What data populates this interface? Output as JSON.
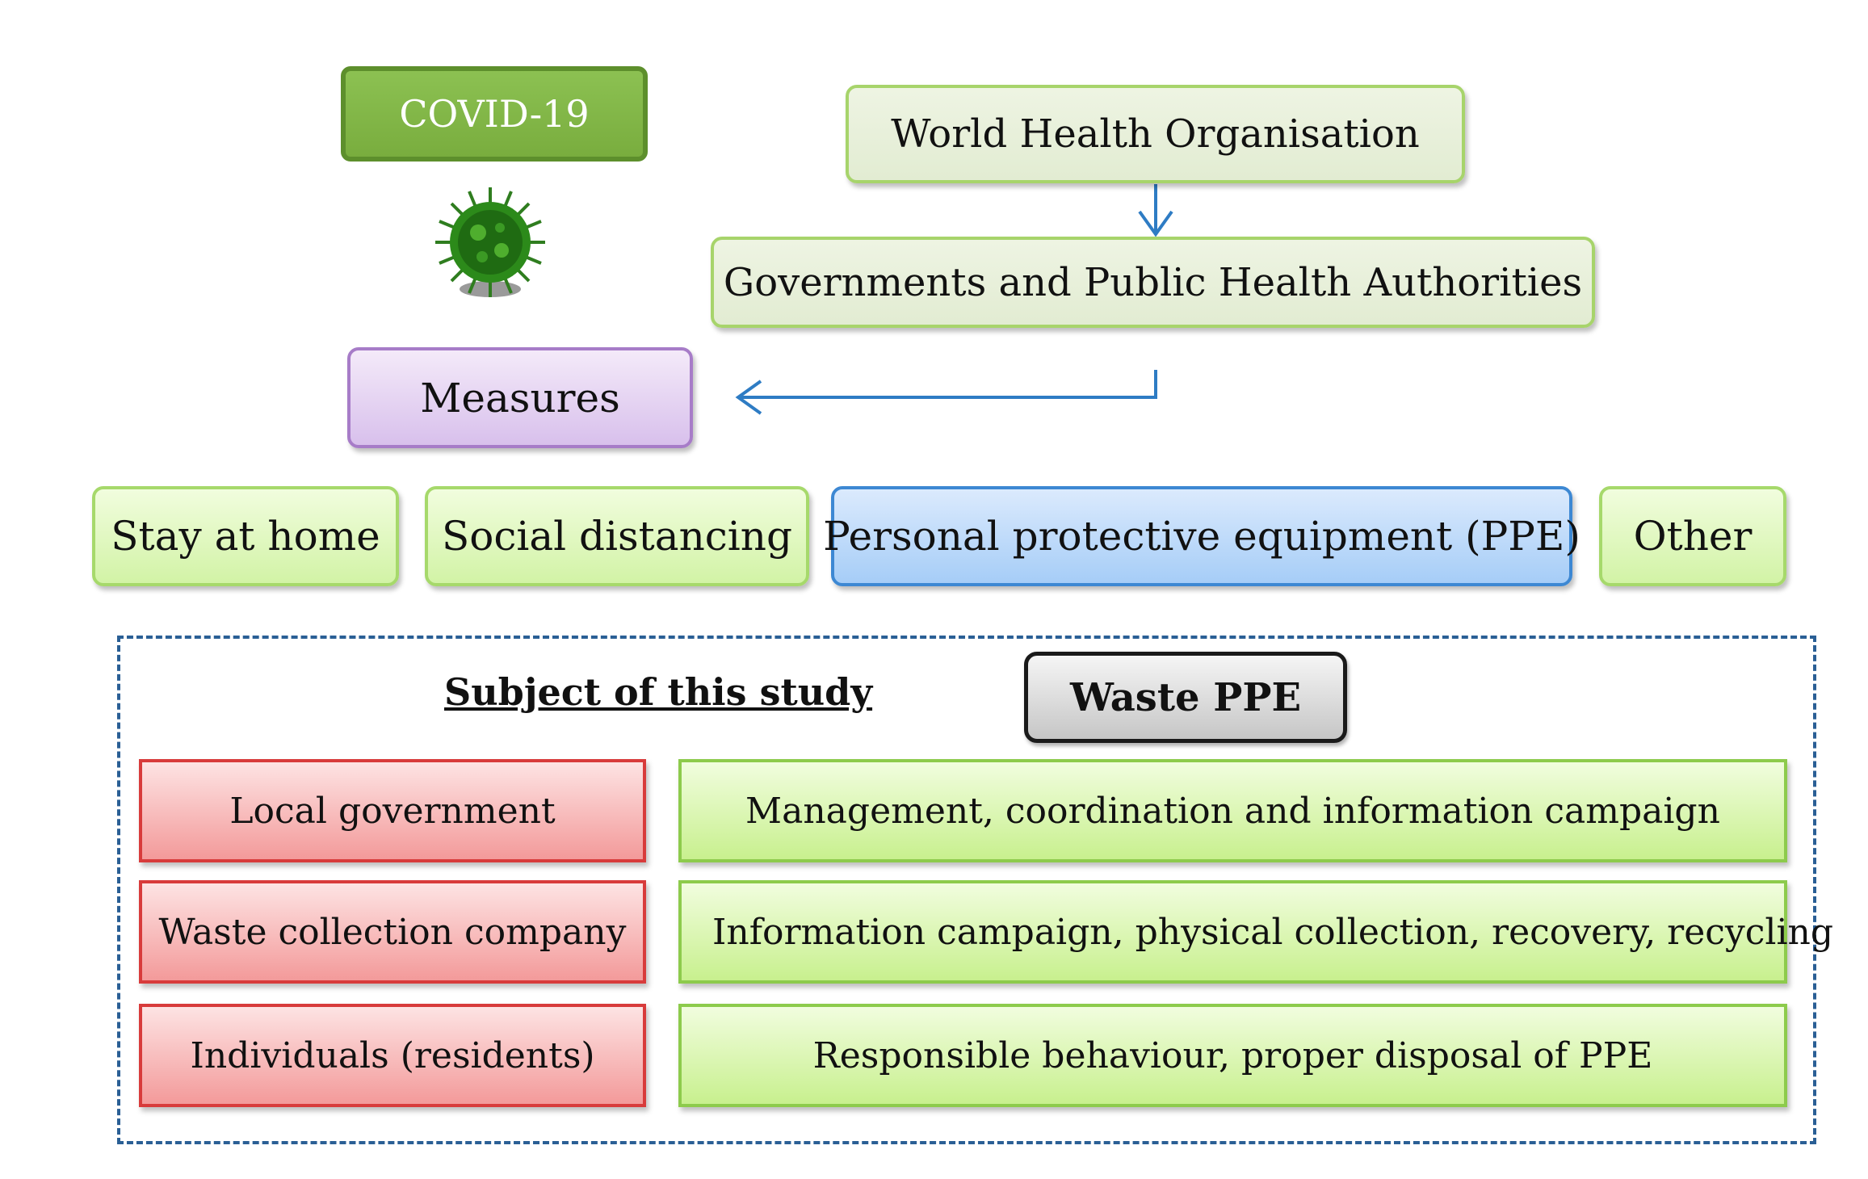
{
  "covid": {
    "label": "COVID-19"
  },
  "virus_icon": {
    "name": "virus-icon",
    "color": "#2f7d1f"
  },
  "who": {
    "label": "World Health Organisation"
  },
  "governments": {
    "label": "Governments and Public Health Authorities"
  },
  "measures": {
    "label": "Measures"
  },
  "measure_items": {
    "stay_home": "Stay at home",
    "social_distancing": "Social distancing",
    "ppe": "Personal protective equipment (PPE)",
    "other": "Other"
  },
  "study": {
    "subject_label": "Subject of this study",
    "waste_ppe_label": "Waste PPE",
    "rows": [
      {
        "actor": "Local government",
        "role": "Management, coordination and information campaign"
      },
      {
        "actor": "Waste collection company",
        "role": "Information campaign, physical collection, recovery, recycling"
      },
      {
        "actor": "Individuals (residents)",
        "role": "Responsible behaviour, proper disposal of PPE"
      }
    ]
  },
  "colors": {
    "arrow": "#2e7cc4",
    "frame": "#2a5f95",
    "covid_fill": "#8cc152",
    "measures_fill": "#e2d0f2",
    "ppe_fill": "#b6d6f8",
    "actor_fill": "#f5b4b4",
    "role_fill": "#d7f5ad"
  }
}
